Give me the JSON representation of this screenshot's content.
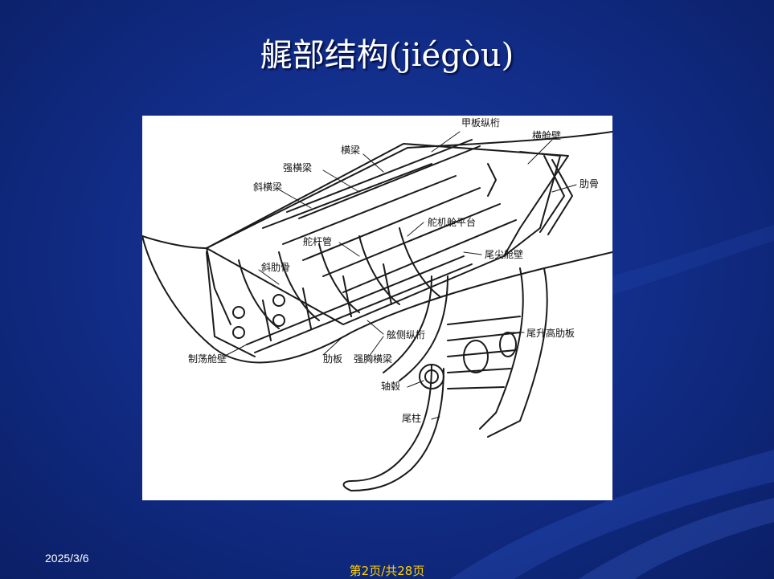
{
  "slide": {
    "title": "艉部结构(jiégòu)",
    "date": "2025/3/6",
    "page_indicator": "第2页/共28页"
  },
  "figure": {
    "labels": {
      "deck_girder": "甲板纵桁",
      "transverse_bulkhead": "横舱壁",
      "deck_beam": "横梁",
      "strong_beam": "强横梁",
      "oblique_beam": "斜横梁",
      "frame": "肋骨",
      "rudder_trunk": "舵杆管",
      "engine_flat": "舵机舱平台",
      "oblique_frame": "斜肋骨",
      "aft_peak_bulkhead": "尾尖舱壁",
      "side_stringer": "舷侧纵桁",
      "aft_floor": "尾升高肋板",
      "swash_bulkhead": "制荡舱壁",
      "floor": "肋板",
      "strong_deck_beam": "强胸横梁",
      "shaft_boss": "轴毂",
      "stern_post": "尾柱"
    }
  }
}
